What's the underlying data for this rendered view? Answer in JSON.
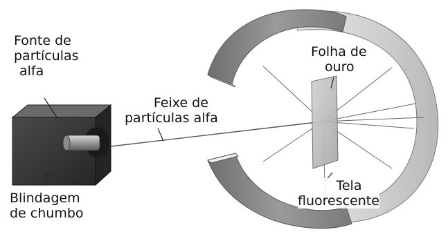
{
  "labels": {
    "source": [
      "Fonte de",
      "partículas",
      "alfa"
    ],
    "beam": [
      "Feixe de",
      "partículas alfa"
    ],
    "foil": [
      "Folha de",
      "ouro"
    ],
    "shield": [
      "Blindagem",
      "de chumbo"
    ],
    "screen": [
      "Tela",
      "fluorescente"
    ]
  },
  "colors": {
    "screen_outer": "#8a8a8a",
    "screen_inner": "#d4d4d4",
    "screen_rim": "#f2f2f2",
    "box_front": "#3a3a3a",
    "box_top": "#6a6a6a",
    "box_side": "#242424",
    "foil": "#bdbdbd",
    "rays": "#555555"
  }
}
